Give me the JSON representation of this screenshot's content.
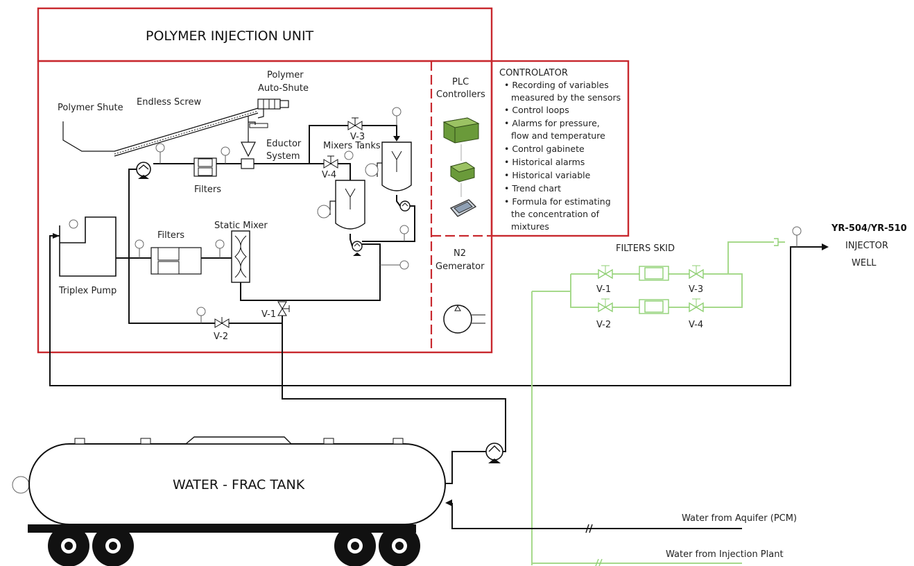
{
  "unit_title": "POLYMER INJECTION UNIT",
  "labels": {
    "polymer_shute": "Polymer Shute",
    "endless_screw": "Endless Screw",
    "polymer_auto_shute_1": "Polymer",
    "polymer_auto_shute_2": "Auto-Shute",
    "eductor_1": "Eductor",
    "eductor_2": "System",
    "mixers_tanks": "Mixers Tanks",
    "filters_top": "Filters",
    "filters_mid": "Filters",
    "static_mixer": "Static Mixer",
    "triplex_pump": "Triplex Pump",
    "v3_unit": "V-3",
    "v4_unit": "V-4",
    "v1_unit": "V-1",
    "v2_unit": "V-2",
    "plc_1": "PLC",
    "plc_2": "Controllers",
    "n2_1": "N2",
    "n2_2": "Gemerator",
    "frac_tank": "WATER - FRAC TANK",
    "filters_skid": "FILTERS SKID",
    "skid_v1": "V-1",
    "skid_v2": "V-2",
    "skid_v3": "V-3",
    "skid_v4": "V-4",
    "well_id": "YR-504/YR-510",
    "well_1": "INJECTOR",
    "well_2": "WELL",
    "water_aquifer": "Water from Aquifer (PCM)",
    "water_plant": "Water from Injection Plant"
  },
  "controlator": {
    "title": "CONTROLATOR",
    "lines": [
      "• Recording of variables",
      "measured by the sensors",
      "• Control loops",
      "• Alarms for pressure,",
      "flow and temperature",
      "• Control gabinete",
      "• Historical alarms",
      "• Historical variable",
      "• Trend chart",
      "• Formula for estimating",
      "the concentration of",
      "mixtures"
    ]
  },
  "colors": {
    "unit_border": "#c8282e",
    "water_line": "#a6d98b",
    "plc_green": "#6a9a3a"
  }
}
